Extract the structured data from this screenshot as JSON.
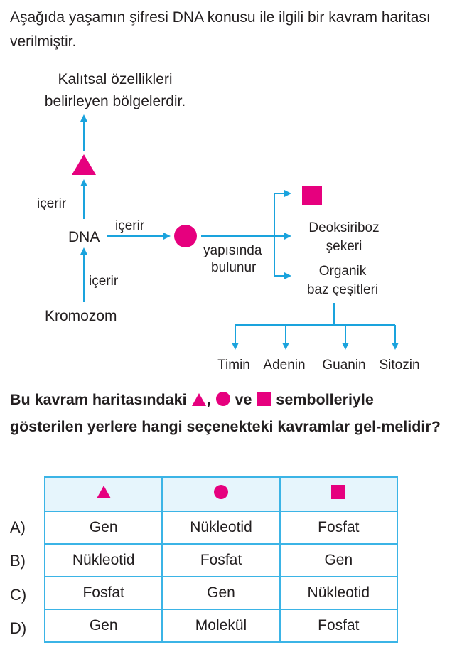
{
  "intro": "Aşağıda yaşamın şifresi DNA konusu ile ilgili bir kavram haritası verilmiştir.",
  "diagram": {
    "top_label_line1": "Kalıtsal özellikleri",
    "top_label_line2": "belirleyen bölgelerdir.",
    "icerir_up": "içerir",
    "icerir_right": "içerir",
    "icerir_down": "içerir",
    "dna": "DNA",
    "kromozom": "Kromozom",
    "yapisinda": "yapısında",
    "bulunur": "bulunur",
    "deoksiriboz_line1": "Deoksiriboz",
    "deoksiriboz_line2": "şekeri",
    "organik_line1": "Organik",
    "organik_line2": "baz çeşitleri",
    "bases": [
      "Timin",
      "Adenin",
      "Guanin",
      "Sitozin"
    ]
  },
  "question": {
    "part1": "Bu kavram haritasındaki",
    "sep1": ",",
    "and": "ve",
    "part2": "sembolleriyle gösterilen yerlere hangi seçenekteki kavramlar gel-melidir?"
  },
  "options": [
    {
      "letter": "A)",
      "cells": [
        "Gen",
        "Nükleotid",
        "Fosfat"
      ]
    },
    {
      "letter": "B)",
      "cells": [
        "Nükleotid",
        "Fosfat",
        "Gen"
      ]
    },
    {
      "letter": "C)",
      "cells": [
        "Fosfat",
        "Gen",
        "Nükleotid"
      ]
    },
    {
      "letter": "D)",
      "cells": [
        "Gen",
        "Molekül",
        "Fosfat"
      ]
    }
  ],
  "colors": {
    "symbol": "#e6007e",
    "arrow": "#1aa3dd",
    "table_border": "#3bb4e6",
    "table_header_bg": "#e6f5fc"
  },
  "icons": [
    "triangle-symbol-icon",
    "circle-symbol-icon",
    "square-symbol-icon"
  ]
}
